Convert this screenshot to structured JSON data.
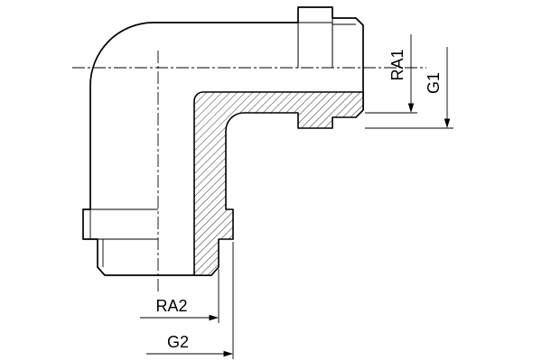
{
  "drawing": {
    "background_color": "#ffffff",
    "line_color": "#000000",
    "labels": {
      "ra1": "RA1",
      "g1": "G1",
      "ra2": "RA2",
      "g2": "G2"
    }
  }
}
